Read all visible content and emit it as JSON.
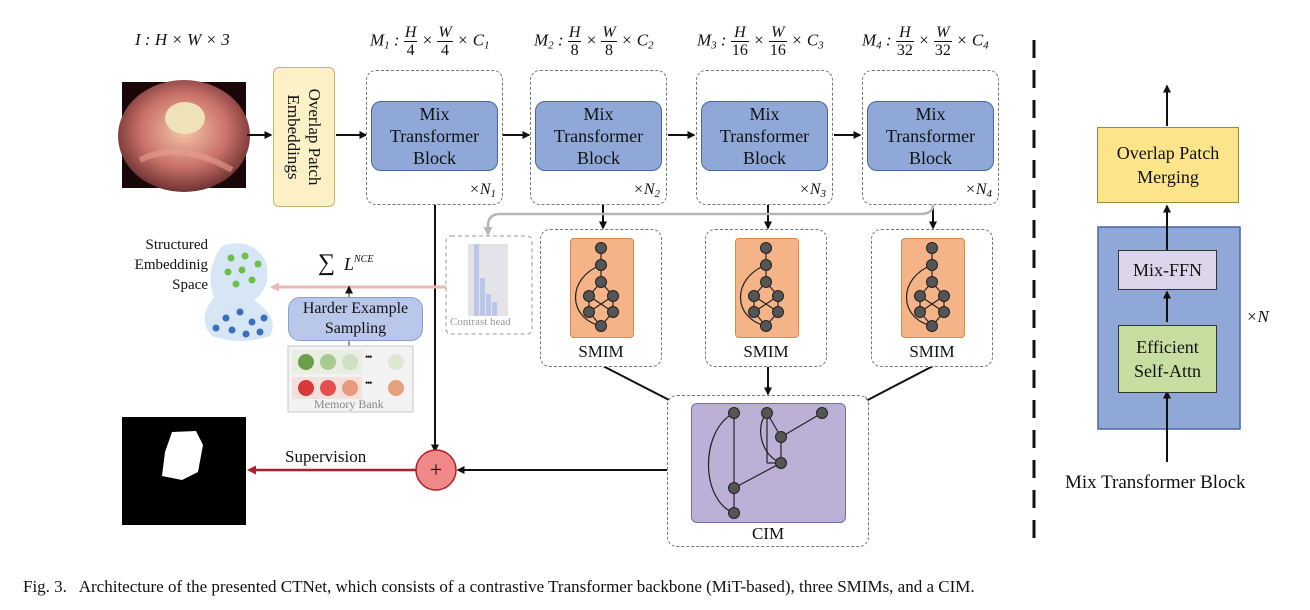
{
  "input_label": "I : H × W × 3",
  "stages": [
    {
      "m": "M",
      "sub": "1",
      "num": "H",
      "den": "4",
      "num2": "W",
      "den2": "4",
      "c": "C",
      "csub": "1",
      "block": [
        "Mix",
        "Transformer",
        "Block"
      ],
      "rep": "×N",
      "repsub": "1"
    },
    {
      "m": "M",
      "sub": "2",
      "num": "H",
      "den": "8",
      "num2": "W",
      "den2": "8",
      "c": "C",
      "csub": "2",
      "block": [
        "Mix",
        "Transformer",
        "Block"
      ],
      "rep": "×N",
      "repsub": "2"
    },
    {
      "m": "M",
      "sub": "3",
      "num": "H",
      "den": "16",
      "num2": "W",
      "den2": "16",
      "c": "C",
      "csub": "3",
      "block": [
        "Mix",
        "Transformer",
        "Block"
      ],
      "rep": "×N",
      "repsub": "3"
    },
    {
      "m": "M",
      "sub": "4",
      "num": "H",
      "den": "32",
      "num2": "W",
      "den2": "32",
      "c": "C",
      "csub": "4",
      "block": [
        "Mix",
        "Transformer",
        "Block"
      ],
      "rep": "×N",
      "repsub": "4"
    }
  ],
  "overlap_patch_embeddings": "Overlap Patch Embeddings",
  "smim_label": "SMIM",
  "cim_label": "CIM",
  "supervision_label": "Supervision",
  "plus_symbol": "+",
  "contrast_head_label": "Contrast head",
  "loss_sum": "∑",
  "loss_l": "L",
  "loss_sup": "NCE",
  "structured_space": [
    "Structured",
    "Embeddinig",
    "Space"
  ],
  "harder_example": [
    "Harder Example",
    "Sampling"
  ],
  "memory_bank_label": "Memory Bank",
  "memory_dots": "•••",
  "detail": {
    "overlap_patch_merging": [
      "Overlap Patch",
      "Merging"
    ],
    "mix_ffn": "Mix-FFN",
    "efficient_attn": [
      "Efficient",
      "Self-Attn"
    ],
    "rep": "×N",
    "title": "Mix Transformer Block"
  },
  "caption": "Fig. 3.   Architecture of the presented CTNet, which consists of a contrastive Transformer backbone (MiT-based), three SMIMs, and a CIM.",
  "colors": {
    "mtb_fill": "#8fa8d8",
    "smim_fill": "#f5b487",
    "cim_fill": "#bdb0d6",
    "ope_fill": "#fbf0c6",
    "merge_fill": "#fbe48a",
    "mixffn_fill": "#ddd6ea",
    "attn_fill": "#c6dfa0",
    "plus_fill": "#f08a8a",
    "supervision_arrow": "#b0202a"
  }
}
